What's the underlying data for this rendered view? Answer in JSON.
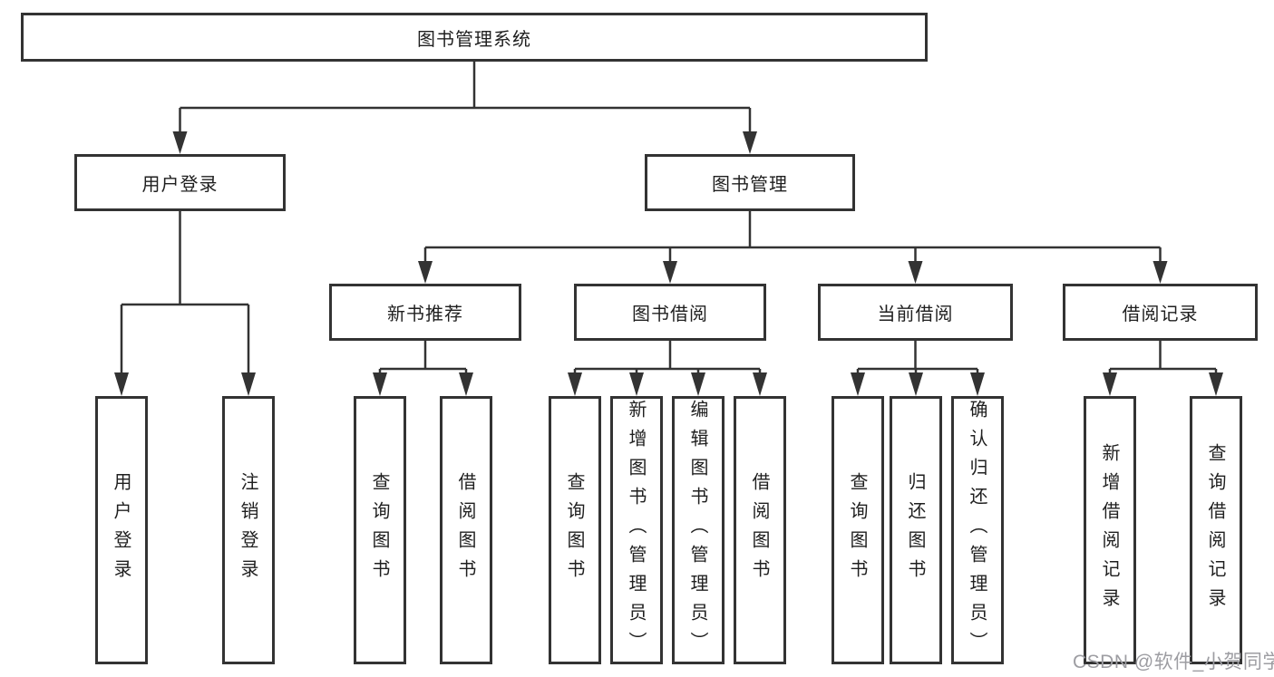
{
  "diagram": {
    "root_label": "图书管理系统",
    "user_login": {
      "label": "用户登录",
      "children": [
        "用户登录",
        "注销登录"
      ]
    },
    "book_mgmt": {
      "label": "图书管理",
      "sections": {
        "new_book": {
          "label": "新书推荐",
          "children": [
            "查询图书",
            "借阅图书"
          ]
        },
        "borrow": {
          "label": "图书借阅",
          "children": [
            "查询图书",
            "新增图书（管理员）",
            "编辑图书（管理员）",
            "借阅图书"
          ]
        },
        "current": {
          "label": "当前借阅",
          "children": [
            "查询图书",
            "归还图书",
            "确认归还（管理员）"
          ]
        },
        "records": {
          "label": "借阅记录",
          "children": [
            "新增借阅记录",
            "查询借阅记录"
          ]
        }
      }
    }
  },
  "watermark": "CSDN @软件_小贺同学",
  "colors": {
    "line": "#333333",
    "text": "#1f1f1f",
    "watermark": "#9d9da2",
    "background": "#ffffff"
  }
}
